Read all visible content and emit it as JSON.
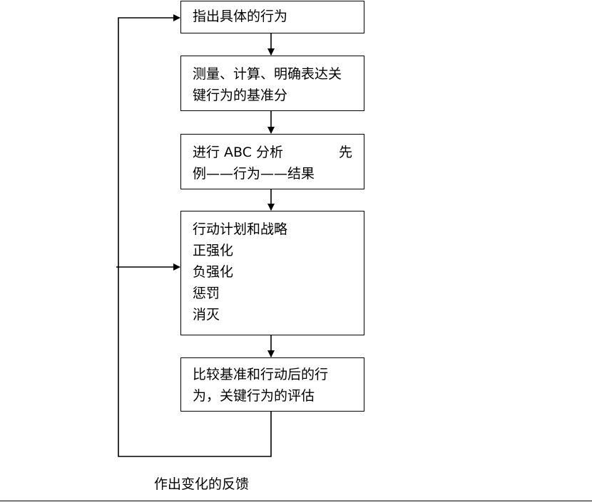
{
  "diagram": {
    "step1": {
      "text": "指出具体的行为"
    },
    "step2": {
      "lines": [
        "测量、计算、明确表达关",
        "键行为的基准分"
      ]
    },
    "step3": {
      "line1_left": "进行 ABC 分析",
      "line1_right": "先",
      "line2": "例——行为——结果"
    },
    "step4": {
      "lines": [
        "行动计划和战略",
        "正强化",
        "负强化",
        "惩罚",
        "消灭"
      ]
    },
    "step5": {
      "lines": [
        "比较基准和行动后的行",
        "为，关键行为的评估"
      ]
    },
    "feedback_label": "作出变化的反馈"
  }
}
